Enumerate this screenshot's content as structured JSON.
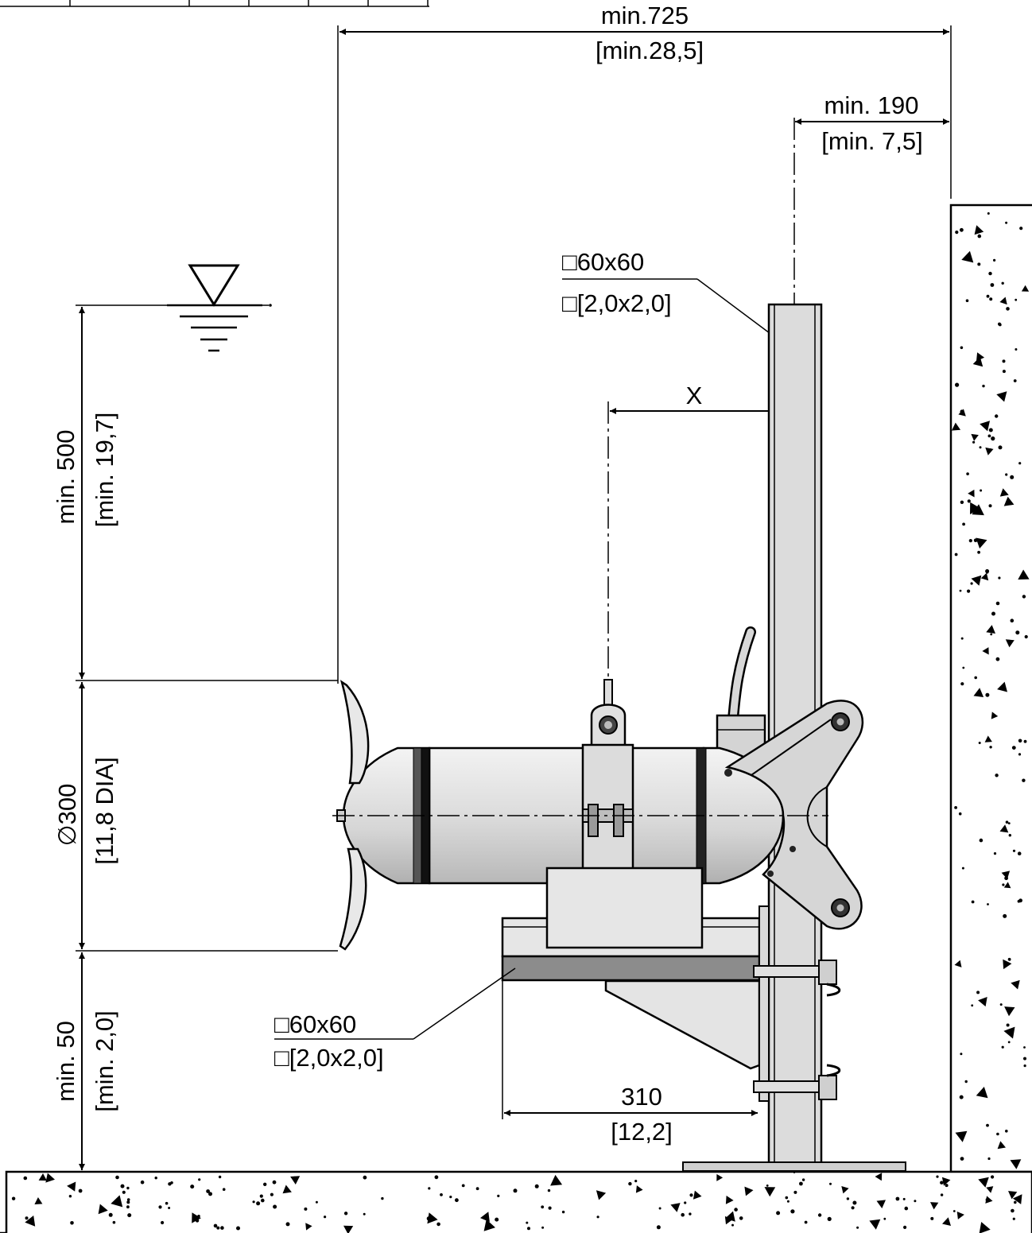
{
  "dimensions": {
    "overall_width": {
      "metric": "min.725",
      "imperial": "[min.28,5]"
    },
    "wall_offset": {
      "metric": "min. 190",
      "imperial": "[min. 7,5]"
    },
    "mast_section": {
      "metric": "□60x60",
      "imperial": "□[2,0x2,0]"
    },
    "bracket_section": {
      "metric": "□60x60",
      "imperial": "□[2,0x2,0]"
    },
    "x_distance": {
      "label": "X"
    },
    "submergence": {
      "metric": "min. 500",
      "imperial": "[min. 19,7]"
    },
    "propeller_diameter": {
      "metric": "∅300",
      "imperial": "[11,8 DIA]"
    },
    "floor_clearance": {
      "metric": "min. 50",
      "imperial": "[min. 2,0]"
    },
    "bracket_length": {
      "metric": "310",
      "imperial": "[12,2]"
    }
  },
  "colors": {
    "line": "#000000",
    "metal_light": "#e4e4e4",
    "metal_mid": "#cfcfcf",
    "metal_dark": "#8c8c8c",
    "concrete": "#ffffff"
  }
}
